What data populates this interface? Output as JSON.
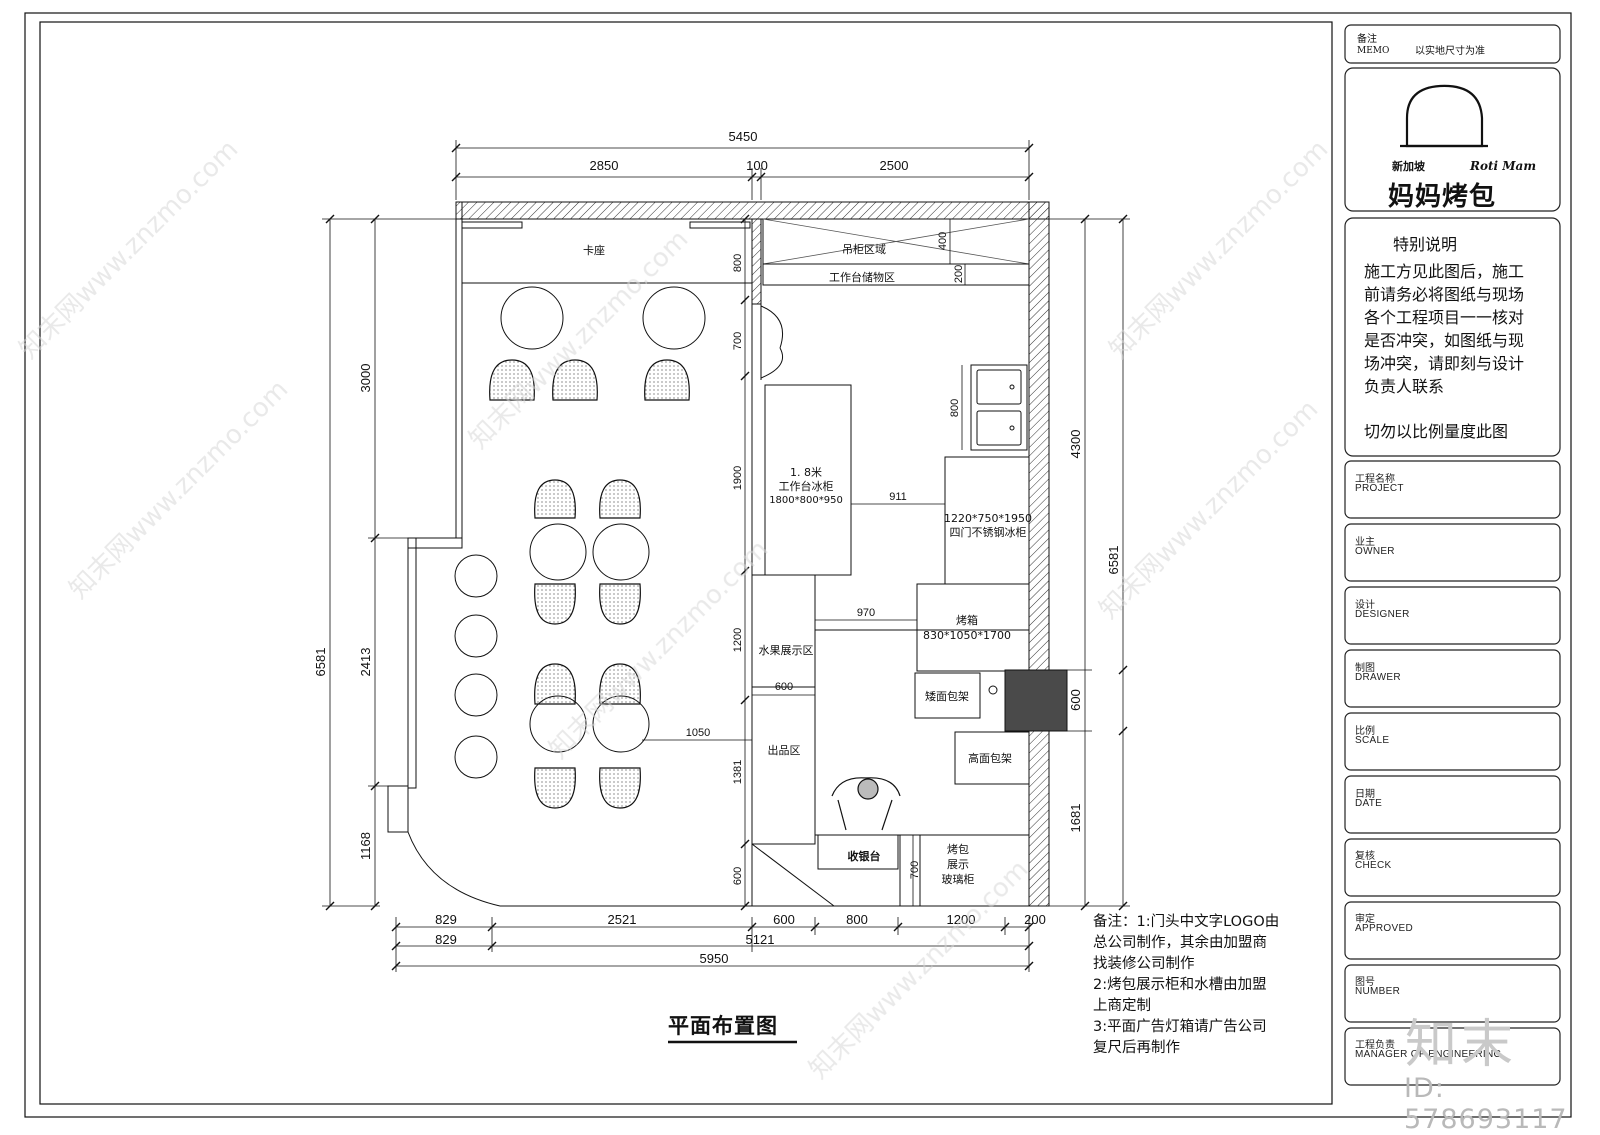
{
  "drawing_title": "平面布置图",
  "notes": "备注：1:门头中文字LOGO由\n总公司制作，其余由加盟商\n找装修公司制作\n2:烤包展示柜和水槽由加盟\n上商定制\n3:平面广告灯箱请广告公司\n复尺后再制作",
  "memo": {
    "label_cn": "备注",
    "label_en": "MEMO",
    "value": "以实地尺寸为准"
  },
  "logo": {
    "small_cn": "新加坡",
    "en": "Roti Mam",
    "big_cn": "妈妈烤包"
  },
  "special": {
    "title": "特别说明",
    "body": "施工方见此图后，施工\n前请务必将图纸与现场\n各个工程项目一一核对\n是否冲突，如图纸与现\n场冲突，请即刻与设计\n负责人联系",
    "footer": "切勿以比例量度此图"
  },
  "title_block": [
    {
      "cn": "工程名称",
      "en": "PROJECT"
    },
    {
      "cn": "业主",
      "en": "OWNER"
    },
    {
      "cn": "设计",
      "en": "DESIGNER"
    },
    {
      "cn": "制图",
      "en": "DRAWER"
    },
    {
      "cn": "比例",
      "en": "SCALE"
    },
    {
      "cn": "日期",
      "en": "DATE"
    },
    {
      "cn": "复核",
      "en": "CHECK"
    },
    {
      "cn": "审定",
      "en": "APPROVED"
    },
    {
      "cn": "图号",
      "en": "NUMBER"
    },
    {
      "cn": "工程负责",
      "en": "MANAGER OF ENGINEERING"
    }
  ],
  "watermark": {
    "logo": "知末",
    "id": "ID: 578693117"
  },
  "plan": {
    "room_labels": {
      "booth": "卡座",
      "hanging_cabinet": "吊柜区域",
      "workbench_storage": "工作台储物区",
      "fridge_name": "1. 8米",
      "fridge_type": "工作台冰柜",
      "fridge_size": "1800*800*950",
      "freezer_size": "1220*750*1950",
      "freezer_type": "四门不锈钢冰柜",
      "oven": "烤箱",
      "oven_size": "830*1050*1700",
      "fruit_display": "水果展示区",
      "short_rack": "矮面包架",
      "tall_rack": "高面包架",
      "pickup": "出品区",
      "cashier": "收银台",
      "display_1": "烤包",
      "display_2": "展示",
      "display_3": "玻璃柜"
    },
    "dims_top": {
      "total": "5450",
      "left": "2850",
      "mid": "100",
      "right": "2500"
    },
    "dims_left_outer": {
      "total": "6581"
    },
    "dims_left_inner": {
      "a": "3000",
      "b": "2413",
      "c": "1168"
    },
    "dims_mid_vertical": {
      "a": "800",
      "b": "700",
      "c": "1900",
      "d": "1200",
      "e": "1381",
      "f": "600"
    },
    "dims_right_outer": {
      "total": "6581"
    },
    "dims_right_inner": {
      "a": "4300",
      "b": "600",
      "c": "1681"
    },
    "dims_internal": {
      "hang_400": "400",
      "storage_200": "200",
      "sink_800": "800",
      "gap_911": "911",
      "gap_970": "970",
      "gap_600": "600",
      "gap_1050": "1050",
      "display_700": "700"
    },
    "dims_bottom_row1": {
      "a": "829",
      "b": "2521",
      "c": "600",
      "d": "800",
      "e": "1200",
      "f": "200"
    },
    "dims_bottom_row2": {
      "a": "829",
      "b": "5121"
    },
    "dims_bottom_total": "5950"
  }
}
